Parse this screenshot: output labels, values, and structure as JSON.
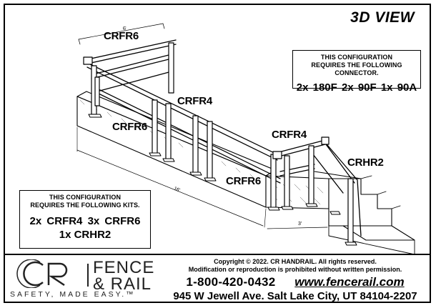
{
  "title": "3D VIEW",
  "labels": {
    "crfr6_top": "CRFR6",
    "crfr4_mid": "CRFR4",
    "crfr6_left": "CRFR6",
    "crfr4_right": "CRFR4",
    "crfr6_front": "CRFR6",
    "crhr2": "CRHR2"
  },
  "dimensions": {
    "top_width": "6'",
    "length": "16'",
    "depth": "3'"
  },
  "connector_note": {
    "line1": "THIS CONFIGURATION",
    "line2": "REQUIRES THE FOLLOWING CONNECTOR.",
    "items": "2x 180F  2x 90F  1x 90A"
  },
  "kits_note": {
    "line1": "THIS CONFIGURATION",
    "line2": "REQUIRES THE FOLLOWING KITS.",
    "row1": "2x CRFR4   3x CRFR6",
    "row2": "1x CRHR2"
  },
  "logo": {
    "brand_line1": "FENCE",
    "brand_line2": "& RAIL",
    "tagline": "SAFETY, MADE EASY.™"
  },
  "footer": {
    "copyright": "Copyright © 2022. CR HANDRAIL. All rights reserved.",
    "rights": "Modification or reproduction is prohibited without written permission.",
    "phone": "1-800-420-0432",
    "website": "www.fencerail.com",
    "address": "945 W Jewell Ave. Salt Lake City, UT 84104-2207"
  }
}
